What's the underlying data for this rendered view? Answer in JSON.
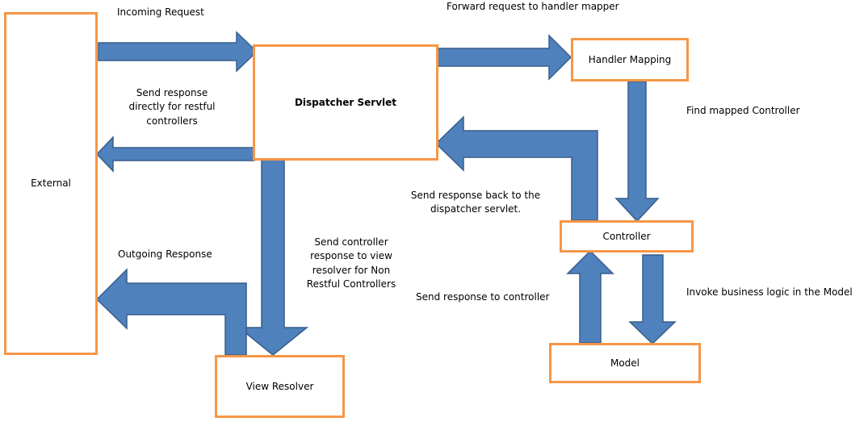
{
  "colors": {
    "box_border": "#f79646",
    "arrow_fill": "#4f81bd",
    "arrow_stroke": "#385d8a"
  },
  "boxes": {
    "external": "External",
    "dispatcher": "Dispatcher Servlet",
    "handler_mapping": "Handler Mapping",
    "controller": "Controller",
    "model": "Model",
    "view_resolver": "View Resolver"
  },
  "labels": {
    "incoming_request": "Incoming Request",
    "forward_request": "Forward request to handler mapper",
    "send_response_restful": [
      "Send response",
      "directly for restful",
      "controllers"
    ],
    "find_mapped_controller": "Find mapped Controller",
    "send_response_back": [
      "Send response back to the",
      "dispatcher servlet."
    ],
    "outgoing_response": "Outgoing Response",
    "send_controller_response": [
      "Send controller",
      "response to view",
      "resolver for Non",
      "Restful Controllers"
    ],
    "send_response_to_controller": "Send response to controller",
    "invoke_business_logic": "Invoke business logic in the Model"
  }
}
